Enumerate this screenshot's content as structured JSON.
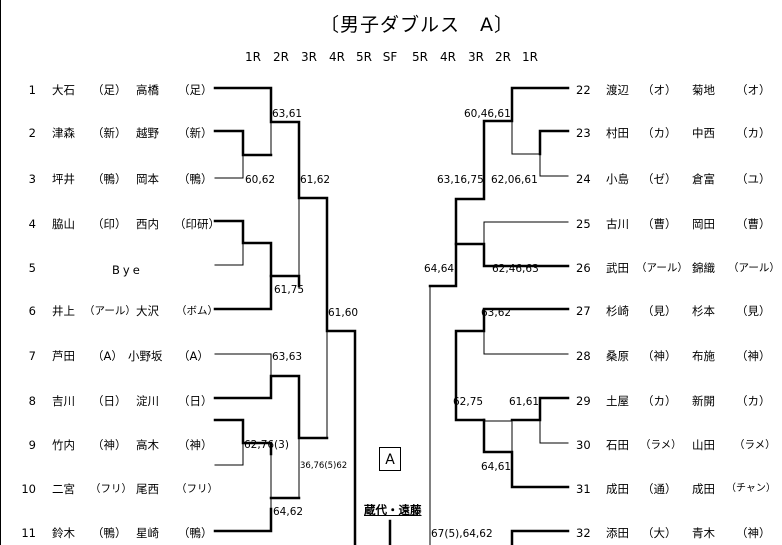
{
  "title": "〔男子ダブルス　A〕",
  "round_labels": {
    "left": [
      "1R",
      "2R",
      "3R",
      "4R",
      "5R"
    ],
    "center": "SF",
    "right": [
      "5R",
      "4R",
      "3R",
      "2R",
      "1R"
    ]
  },
  "left_entries": [
    {
      "num": "1",
      "p1": "大石",
      "c1": "（足）",
      "p2": "高橋",
      "c2": "（足）"
    },
    {
      "num": "2",
      "p1": "津森",
      "c1": "（新）",
      "p2": "越野",
      "c2": "（新）"
    },
    {
      "num": "3",
      "p1": "坪井",
      "c1": "（鴨）",
      "p2": "岡本",
      "c2": "（鴨）"
    },
    {
      "num": "4",
      "p1": "脇山",
      "c1": "（印）",
      "p2": "西内",
      "c2": "（印研）"
    },
    {
      "num": "5",
      "bye": "Bye"
    },
    {
      "num": "6",
      "p1": "井上",
      "c1": "（アール）",
      "p2": "大沢",
      "c2": "（ボム）"
    },
    {
      "num": "7",
      "p1": "芦田",
      "c1": "（A）",
      "p2": "小野坂",
      "c2": "（A）"
    },
    {
      "num": "8",
      "p1": "吉川",
      "c1": "（日）",
      "p2": "淀川",
      "c2": "（日）"
    },
    {
      "num": "9",
      "p1": "竹内",
      "c1": "（神）",
      "p2": "高木",
      "c2": "（神）"
    },
    {
      "num": "10",
      "p1": "二宮",
      "c1": "（フリ）",
      "p2": "尾西",
      "c2": "（フリ）"
    },
    {
      "num": "11",
      "p1": "鈴木",
      "c1": "（鴨）",
      "p2": "星崎",
      "c2": "（鴨）"
    }
  ],
  "right_entries": [
    {
      "num": "22",
      "p1": "渡辺",
      "c1": "（オ）",
      "p2": "菊地",
      "c2": "（オ）"
    },
    {
      "num": "23",
      "p1": "村田",
      "c1": "（カ）",
      "p2": "中西",
      "c2": "（カ）"
    },
    {
      "num": "24",
      "p1": "小島",
      "c1": "（ゼ）",
      "p2": "倉富",
      "c2": "（ユ）"
    },
    {
      "num": "25",
      "p1": "古川",
      "c1": "（曹）",
      "p2": "岡田",
      "c2": "（曹）"
    },
    {
      "num": "26",
      "p1": "武田",
      "c1": "（アール）",
      "p2": "錦織",
      "c2": "（アール）"
    },
    {
      "num": "27",
      "p1": "杉崎",
      "c1": "（見）",
      "p2": "杉本",
      "c2": "（見）"
    },
    {
      "num": "28",
      "p1": "桑原",
      "c1": "（神）",
      "p2": "布施",
      "c2": "（神）"
    },
    {
      "num": "29",
      "p1": "土屋",
      "c1": "（カ）",
      "p2": "新開",
      "c2": "（カ）"
    },
    {
      "num": "30",
      "p1": "石田",
      "c1": "（ラメ）",
      "p2": "山田",
      "c2": "（ラメ）"
    },
    {
      "num": "31",
      "p1": "成田",
      "c1": "（通）",
      "p2": "成田",
      "c2": "（チャン）"
    },
    {
      "num": "32",
      "p1": "添田",
      "c1": "（大）",
      "p2": "青木",
      "c2": "（神）"
    }
  ],
  "scores": {
    "l_1_23": "63,61",
    "l_2_3": "60,62",
    "l_r3_top": "61,62",
    "l_5_6": "61,75",
    "l_r4_top": "61,60",
    "l_7_8": "63,63",
    "l_9_10": "62,76(3)",
    "l_r3_bottom": "36,76(5)62",
    "l_11": "64,62",
    "r_22_2324": "60,46,61",
    "r_23_24": "62,06,61",
    "r_r3_top": "63,16,75",
    "r_25_26": "62,46,63",
    "r_r4_top": "64,64",
    "r_27_28": "63,62",
    "r_r3_bottom": "62,75",
    "r_29_30": "61,61",
    "r_2930_31": "64,61",
    "r_32": "67(5),64,62"
  },
  "block_label": "A",
  "sf_winner": "蔵代・遠藤"
}
